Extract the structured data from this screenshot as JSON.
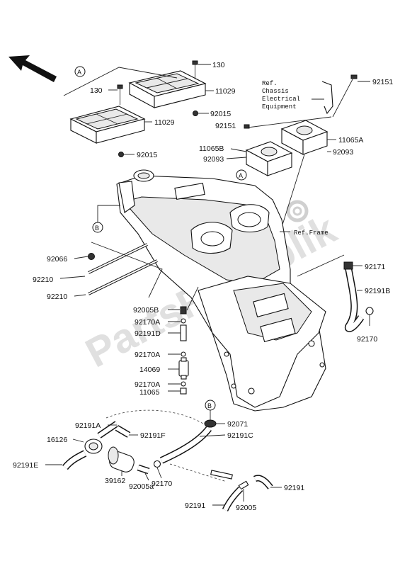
{
  "watermark": "PartsRepublik",
  "circle_callouts": {
    "a": "A",
    "b": "B"
  },
  "ref_notes": {
    "chassis_line1": "Ref.",
    "chassis_line2": "Chassis",
    "chassis_line3": "Electrical",
    "chassis_line4": "Equipment",
    "frame": "Ref.Frame"
  },
  "parts": {
    "p130_top": "130",
    "p130_left": "130",
    "p11029_top": "11029",
    "p11029_bottom": "11029",
    "p92015_right": "92015",
    "p92015_bottom": "92015",
    "p92151_top": "92151",
    "p92151_mid": "92151",
    "p11065A": "11065A",
    "p11065B": "11065B",
    "p92093_left": "92093",
    "p92093_right": "92093",
    "p92066": "92066",
    "p92210_a": "92210",
    "p92210_b": "92210",
    "p92171": "92171",
    "p92191B": "92191B",
    "p92170": "92170",
    "p92005B": "92005B",
    "p92170A_1": "92170A",
    "p92191D": "92191D",
    "p92170A_2": "92170A",
    "p14069": "14069",
    "p92170A_3": "92170A",
    "p11065": "11065",
    "p92191A": "92191A",
    "p92191F": "92191F",
    "p16126": "16126",
    "p92191E": "92191E",
    "p39162": "39162",
    "p92005a": "92005a",
    "p92170_bottom": "92170",
    "p92071": "92071",
    "p92191C": "92191C",
    "p92191_right": "92191",
    "p92191_bottom": "92191",
    "p92005_bottom": "92005"
  }
}
